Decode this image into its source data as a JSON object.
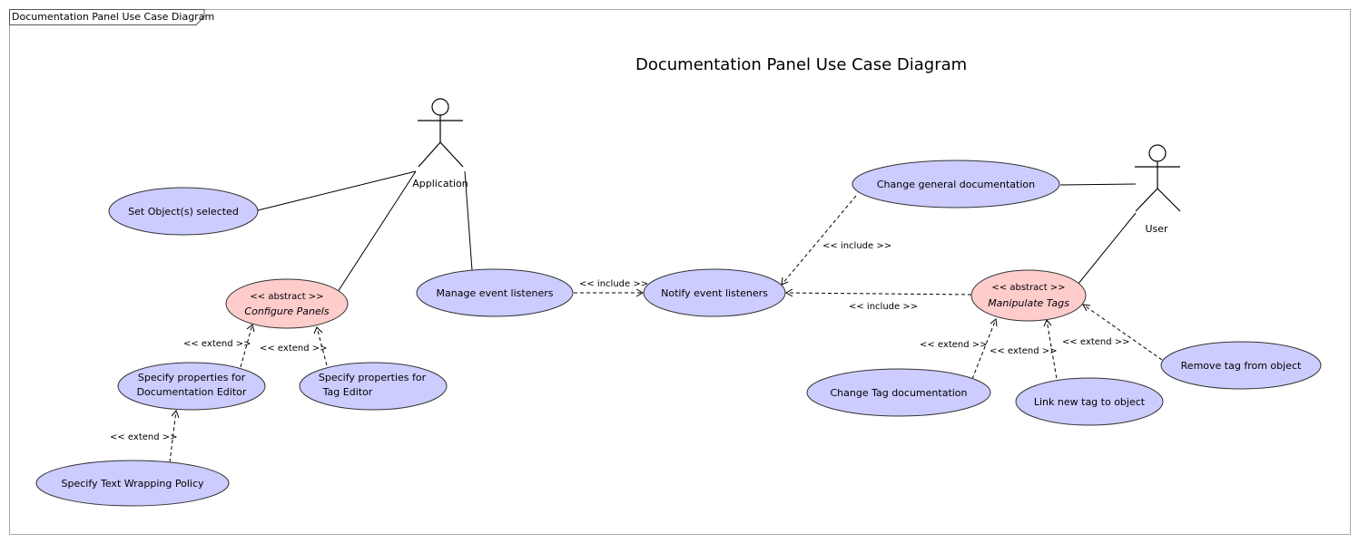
{
  "frame_label": "Documentation Panel Use Case Diagram",
  "title": "Documentation Panel Use Case Diagram",
  "actors": {
    "application": "Application",
    "user": "User"
  },
  "use_cases": {
    "set_objects_selected": "Set Object(s) selected",
    "configure_panels_stereotype": "<< abstract >>",
    "configure_panels": "Configure Panels",
    "specify_doc_editor_line1": "Specify properties for",
    "specify_doc_editor_line2": "Documentation Editor",
    "specify_tag_editor_line1": "Specify properties for",
    "specify_tag_editor_line2": "Tag Editor",
    "specify_text_wrapping": "Specify Text Wrapping Policy",
    "manage_event_listeners": "Manage event listeners",
    "notify_event_listeners": "Notify event listeners",
    "change_general_documentation": "Change general documentation",
    "manipulate_tags_stereotype": "<< abstract >>",
    "manipulate_tags": "Manipulate Tags",
    "change_tag_documentation": "Change Tag documentation",
    "link_new_tag": "Link new tag to object",
    "remove_tag": "Remove tag from object"
  },
  "relation_labels": {
    "extend_doc_editor": "<< extend >>",
    "extend_tag_editor": "<< extend >>",
    "extend_text_wrapping": "<< extend >>",
    "include_manage_notify": "<< include >>",
    "include_change_general": "<< include >>",
    "include_manipulate": "<< include >>",
    "extend_change_tag": "<< extend >>",
    "extend_link_tag": "<< extend >>",
    "extend_remove_tag": "<< extend >>"
  },
  "colors": {
    "use_case_fill": "#ccccff",
    "abstract_fill": "#ffcccc"
  }
}
